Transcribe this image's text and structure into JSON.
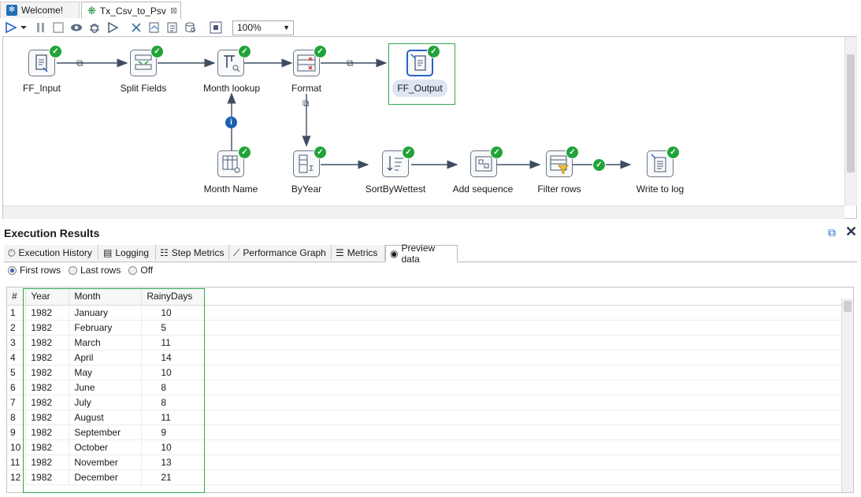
{
  "tabs": [
    {
      "label": "Welcome!",
      "icon": "spoon-icon"
    },
    {
      "label": "Tx_Csv_to_Psv",
      "icon": "transformation-icon",
      "close": "⊠"
    }
  ],
  "toolbar": {
    "zoom": "100%"
  },
  "steps": [
    {
      "id": "ff_input",
      "label": "FF_Input"
    },
    {
      "id": "split_fields",
      "label": "Split Fields"
    },
    {
      "id": "month_lookup",
      "label": "Month lookup"
    },
    {
      "id": "format",
      "label": "Format"
    },
    {
      "id": "ff_output",
      "label": "FF_Output"
    },
    {
      "id": "month_name",
      "label": "Month Name"
    },
    {
      "id": "byyear",
      "label": "ByYear"
    },
    {
      "id": "sortbywettest",
      "label": "SortByWettest"
    },
    {
      "id": "add_sequence",
      "label": "Add sequence"
    },
    {
      "id": "filter_rows",
      "label": "Filter rows"
    },
    {
      "id": "write_to_log",
      "label": "Write to log"
    }
  ],
  "results": {
    "title": "Execution Results",
    "tabs": [
      "Execution History",
      "Logging",
      "Step Metrics",
      "Performance Graph",
      "Metrics",
      "Preview data"
    ],
    "radios": [
      "First rows",
      "Last rows",
      "Off"
    ],
    "selected_radio": "First rows",
    "columns": [
      "#",
      "Year",
      "Month",
      "RainyDays"
    ],
    "rows": [
      [
        "1",
        "1982",
        "January",
        "10"
      ],
      [
        "2",
        "1982",
        "February",
        "5"
      ],
      [
        "3",
        "1982",
        "March",
        "11"
      ],
      [
        "4",
        "1982",
        "April",
        "14"
      ],
      [
        "5",
        "1982",
        "May",
        "10"
      ],
      [
        "6",
        "1982",
        "June",
        "8"
      ],
      [
        "7",
        "1982",
        "July",
        "8"
      ],
      [
        "8",
        "1982",
        "August",
        "11"
      ],
      [
        "9",
        "1982",
        "September",
        "9"
      ],
      [
        "10",
        "1982",
        "October",
        "10"
      ],
      [
        "11",
        "1982",
        "November",
        "13"
      ],
      [
        "12",
        "1982",
        "December",
        "21"
      ]
    ]
  },
  "colors": {
    "accent": "#2a62c4",
    "check": "#22a33a",
    "selection": "#2fa84f"
  }
}
